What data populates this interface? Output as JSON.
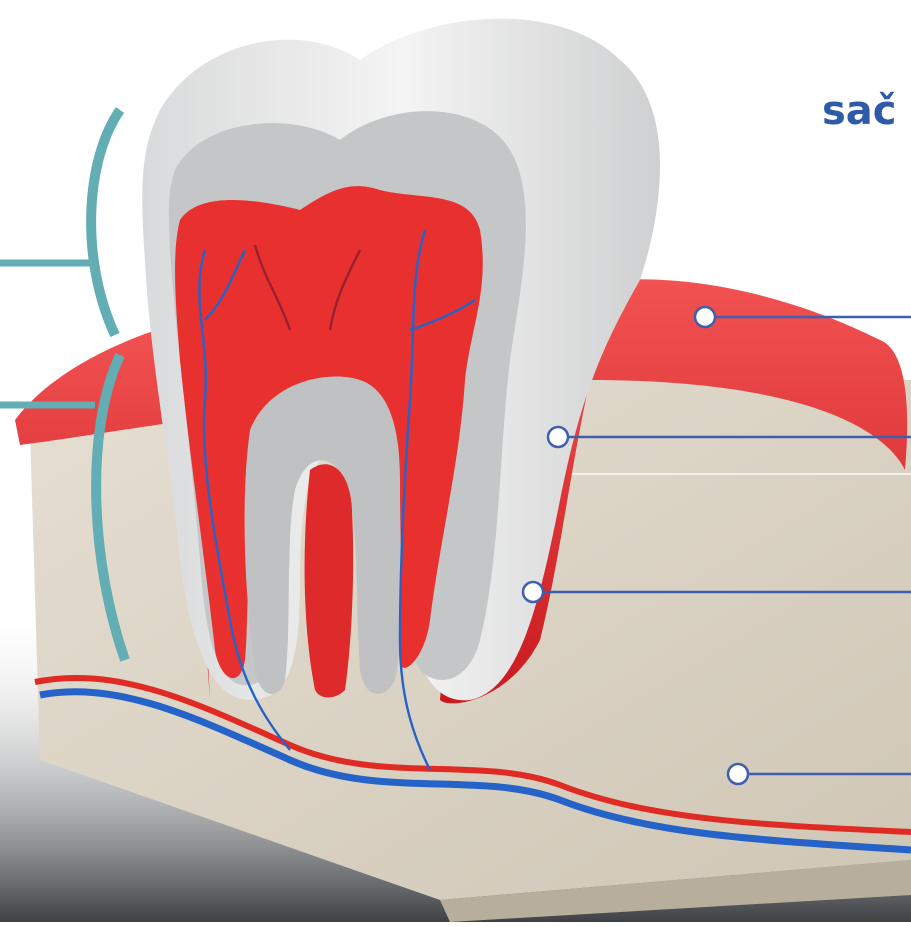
{
  "diagram": {
    "title": "sač",
    "colors": {
      "gum": "#e8262b",
      "enamel": "#e9eaea",
      "dentin": "#b9bcbe",
      "bone": "#ddd5c6",
      "artery": "#e02a24",
      "vein": "#2563c9",
      "bracket": "#63adb5",
      "leader": "#3d5fae"
    },
    "brackets": [
      {
        "id": "crown",
        "label": ""
      },
      {
        "id": "root",
        "label": ""
      }
    ],
    "callouts": [
      {
        "id": "gingiva",
        "label": ""
      },
      {
        "id": "root-cementum",
        "label": ""
      },
      {
        "id": "periodontal-ligament",
        "label": ""
      },
      {
        "id": "alveolar-bone",
        "label": ""
      }
    ]
  }
}
